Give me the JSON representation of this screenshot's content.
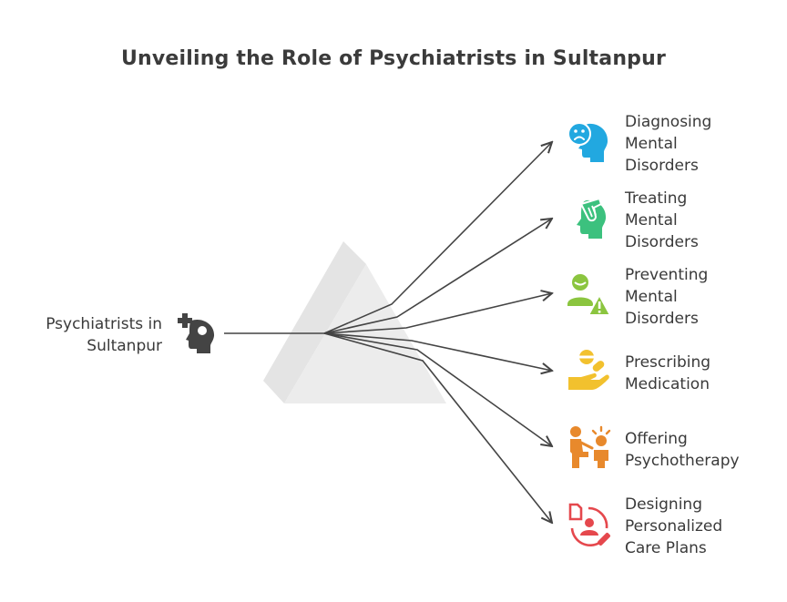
{
  "title": "Unveiling the Role of Psychiatrists in Sultanpur",
  "source": {
    "line1": "Psychiatrists in",
    "line2": "Sultanpur",
    "icon": "head-medical-cross-icon"
  },
  "items": [
    {
      "lines": [
        "Diagnosing",
        "Mental",
        "Disorders"
      ],
      "icon": "sad-head-icon",
      "color": "#22a8e0"
    },
    {
      "lines": [
        "Treating",
        "Mental",
        "Disorders"
      ],
      "icon": "hand-head-icon",
      "color": "#3cc17e"
    },
    {
      "lines": [
        "Preventing",
        "Mental",
        "Disorders"
      ],
      "icon": "person-warning-icon",
      "color": "#8bc53f"
    },
    {
      "lines": [
        "Prescribing",
        "Medication"
      ],
      "icon": "hand-pills-icon",
      "color": "#f2c12e"
    },
    {
      "lines": [
        "Offering",
        "Psychotherapy"
      ],
      "icon": "therapy-session-icon",
      "color": "#e8892c"
    },
    {
      "lines": [
        "Designing",
        "Personalized",
        "Care Plans"
      ],
      "icon": "care-plan-icon",
      "color": "#e5484d"
    }
  ]
}
